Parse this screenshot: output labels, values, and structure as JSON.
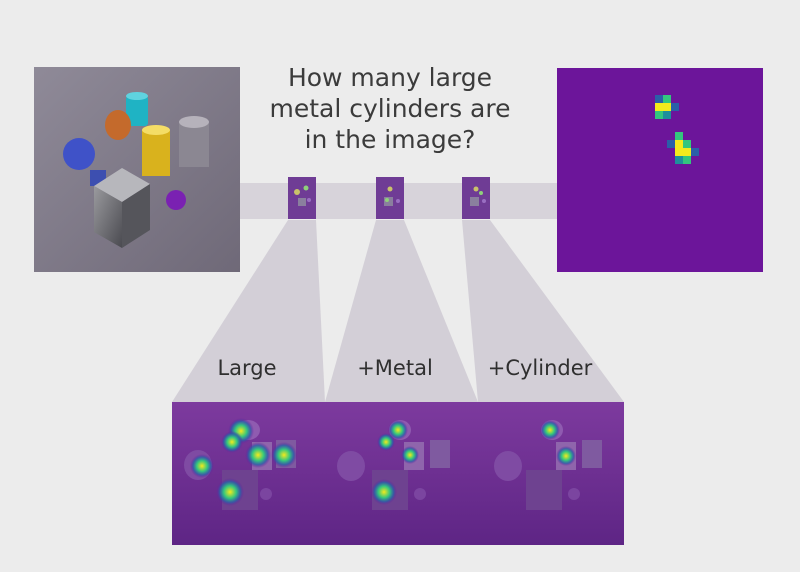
{
  "question": {
    "lines": [
      "How many large",
      "metal cylinders are",
      "in the image?"
    ]
  },
  "stages": [
    {
      "label": "Large"
    },
    {
      "label": "+Metal"
    },
    {
      "label": "+Cylinder"
    }
  ],
  "colors": {
    "background": "#ececec",
    "band": "#d7d3da",
    "mask_purple": "#6c159a",
    "heat_yellow": "#f4ea1c",
    "heat_green": "#33c67e",
    "heat_blue": "#2a5fa8"
  },
  "icons": {
    "input_image": "clevr-scene-image",
    "output_mask": "segmentation-mask",
    "attention_maps": "attention-heatmap"
  }
}
